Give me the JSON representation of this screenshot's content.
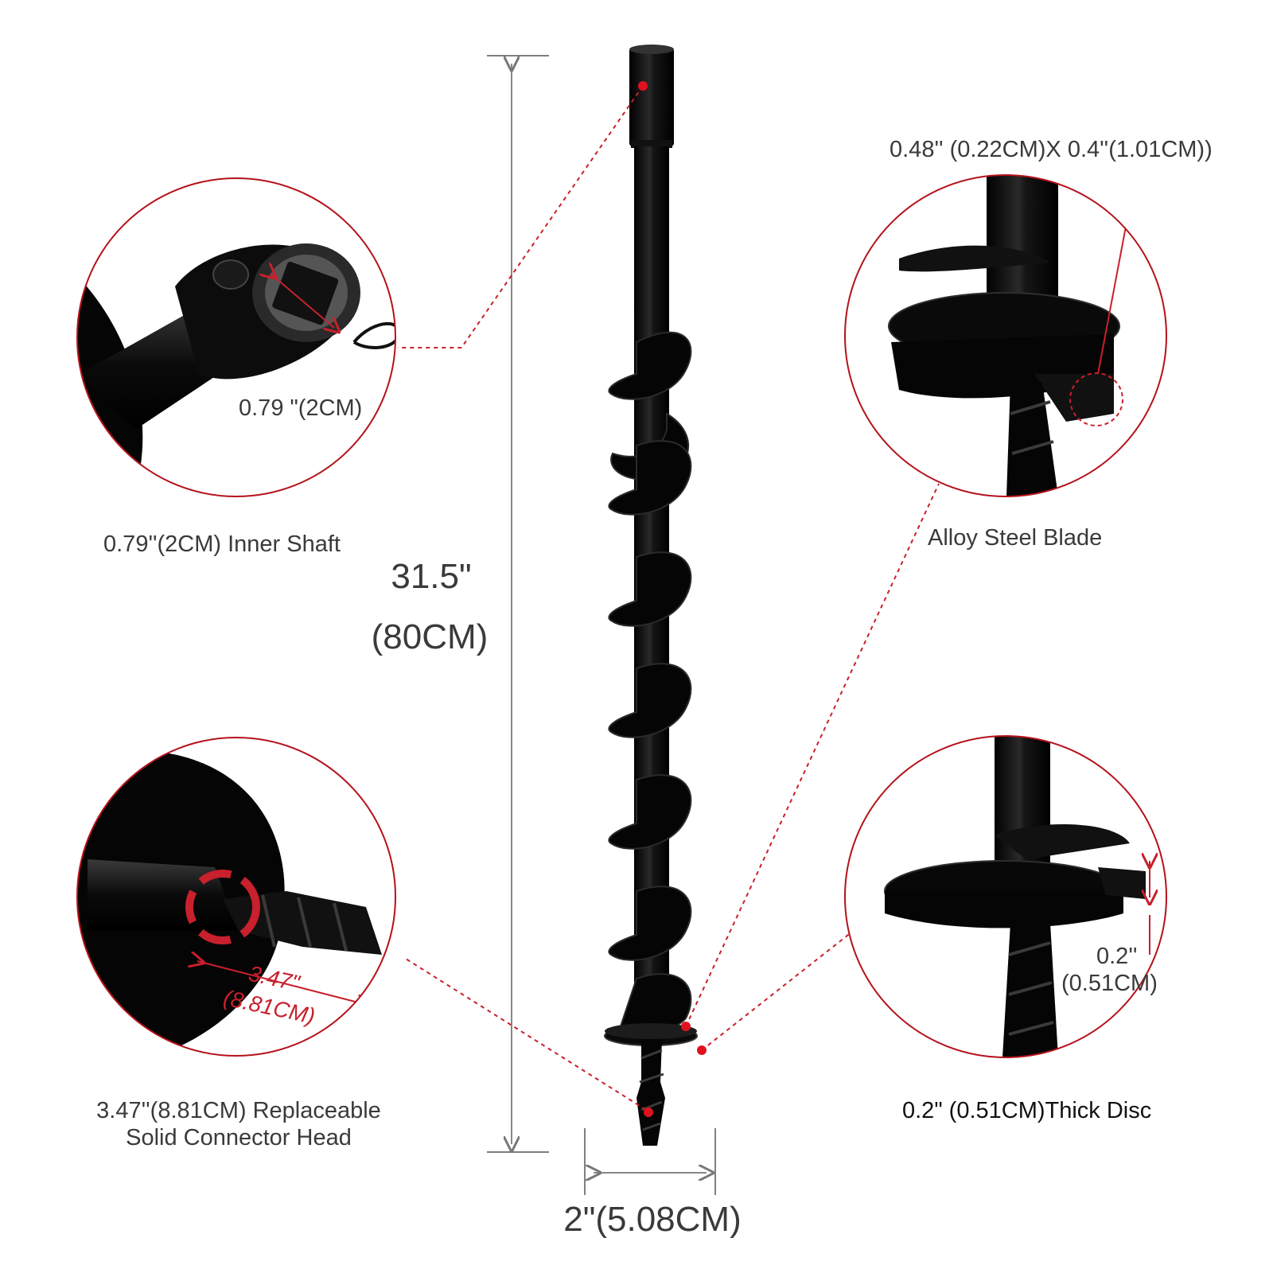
{
  "overall": {
    "height_in": "31.5\"",
    "height_cm": "(80CM)",
    "width_label": "2\"(5.08CM)"
  },
  "callouts": {
    "top_left": {
      "measure": "0.79 \"(2CM)",
      "caption": "0.79''(2CM) Inner Shaft",
      "icon": "shaft-socket-icon"
    },
    "top_right": {
      "measure": "0.48'' (0.22CM)X 0.4''(1.01CM))",
      "caption": "Alloy Steel Blade",
      "icon": "blade-tip-icon"
    },
    "bottom_left": {
      "measure_in": "3.47\"",
      "measure_cm": "(8.81CM)",
      "caption_line1": "3.47''(8.81CM) Replaceable",
      "caption_line2": "Solid Connector Head",
      "icon": "connector-head-icon"
    },
    "bottom_right": {
      "measure_in": "0.2''",
      "measure_cm": "(0.51CM)",
      "caption": "0.2\" (0.51CM)Thick Disc",
      "icon": "disc-icon"
    }
  },
  "colors": {
    "accent": "#c8202c",
    "product": "#0b0b0b",
    "text": "#3a3a3a"
  }
}
